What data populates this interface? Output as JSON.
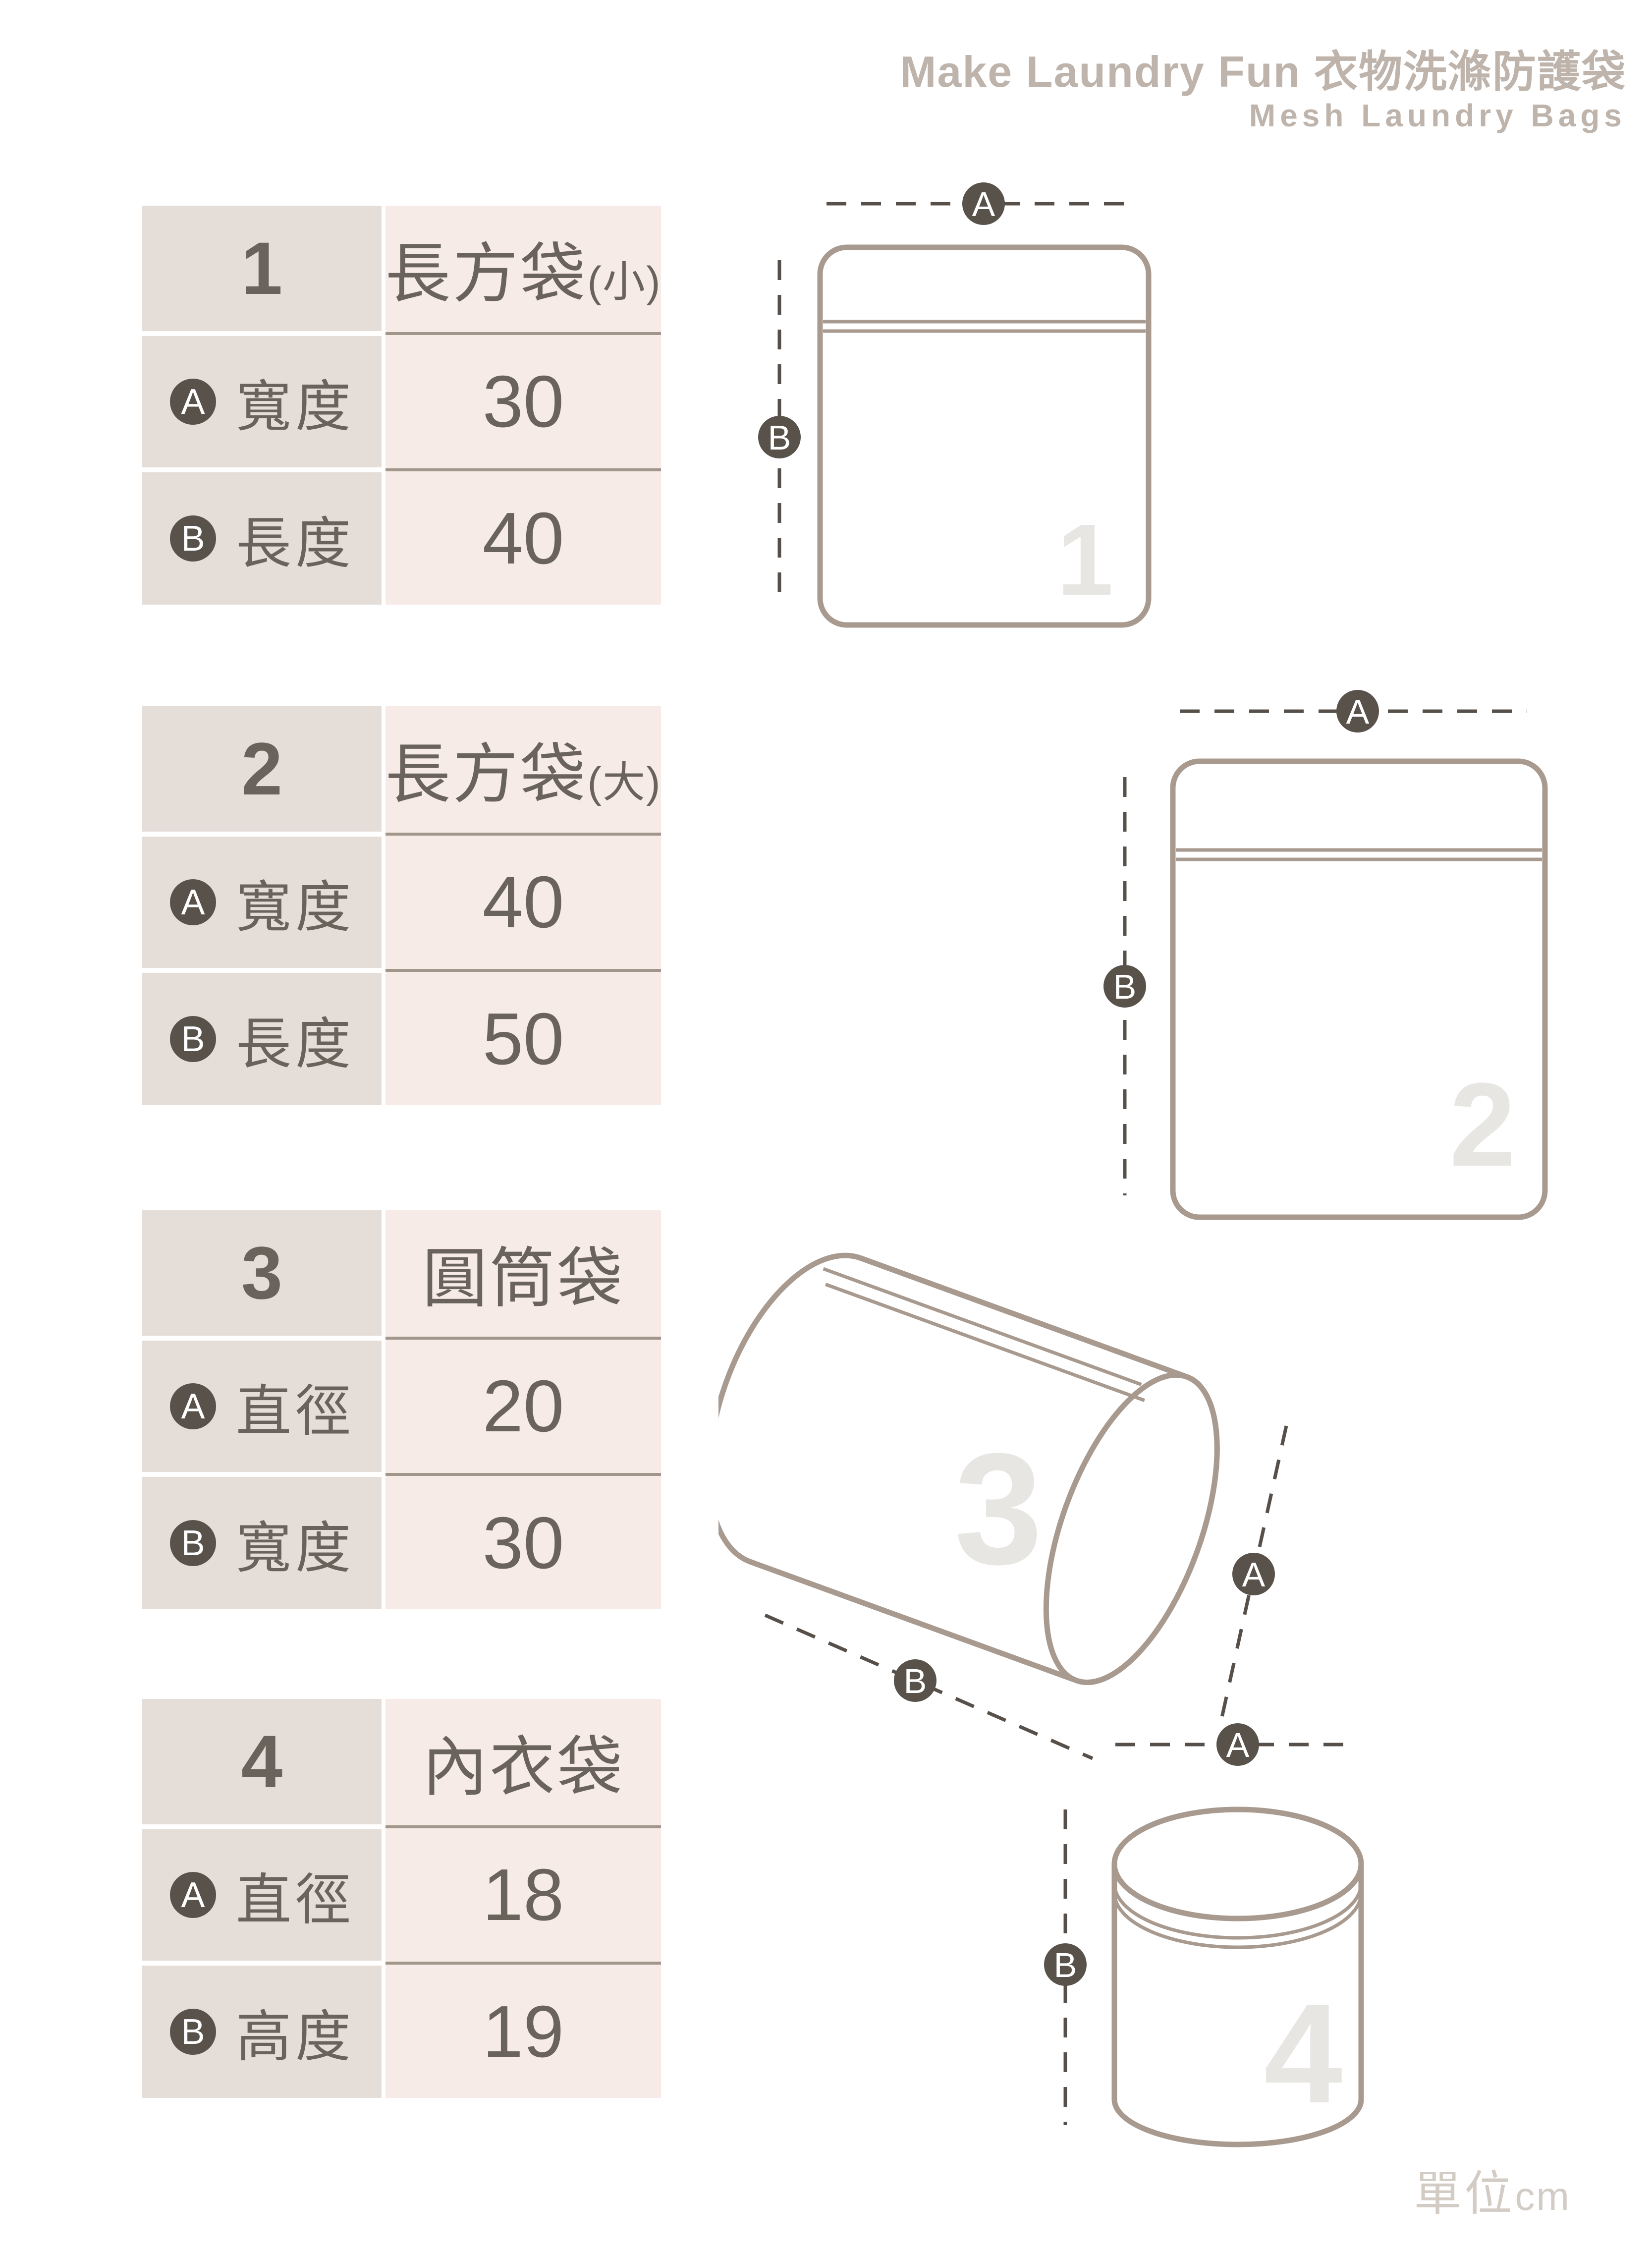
{
  "palette": {
    "page-bg": "#ffffff",
    "title-color": "#beb4ac",
    "table-left-bg": "#e5ded8",
    "table-right-bg": "#f6ebe7",
    "separator-color": "#a2968a",
    "text-color": "#6a635b",
    "badge-bg": "#59524b",
    "badge-text": "#ffffff",
    "outline-color": "#a89a8f",
    "dash-color": "#57504a",
    "watermark-color": "#e8e6e3",
    "unit-color": "#d2ccc5"
  },
  "header": {
    "title": "Make Laundry Fun 衣物洗滌防護袋",
    "subtitle": "Mesh Laundry Bags"
  },
  "tables": [
    {
      "id": "1",
      "name": "長方袋",
      "suffix": "(小)",
      "rows": [
        {
          "key": "A",
          "label": "寬度",
          "value": "30"
        },
        {
          "key": "B",
          "label": "長度",
          "value": "40"
        }
      ]
    },
    {
      "id": "2",
      "name": "長方袋",
      "suffix": "(大)",
      "rows": [
        {
          "key": "A",
          "label": "寬度",
          "value": "40"
        },
        {
          "key": "B",
          "label": "長度",
          "value": "50"
        }
      ]
    },
    {
      "id": "3",
      "name": "圓筒袋",
      "suffix": "",
      "rows": [
        {
          "key": "A",
          "label": "直徑",
          "value": "20"
        },
        {
          "key": "B",
          "label": "寬度",
          "value": "30"
        }
      ]
    },
    {
      "id": "4",
      "name": "內衣袋",
      "suffix": "",
      "rows": [
        {
          "key": "A",
          "label": "直徑",
          "value": "18"
        },
        {
          "key": "B",
          "label": "高度",
          "value": "19"
        }
      ]
    }
  ],
  "diagrams": [
    {
      "number": "1",
      "dim_a": "A",
      "dim_b": "B"
    },
    {
      "number": "2",
      "dim_a": "A",
      "dim_b": "B"
    },
    {
      "number": "3",
      "dim_a": "A",
      "dim_b": "B"
    },
    {
      "number": "4",
      "dim_a": "A",
      "dim_b": "B"
    }
  ],
  "footer": {
    "unit_label": "單位",
    "unit_value": "cm"
  }
}
